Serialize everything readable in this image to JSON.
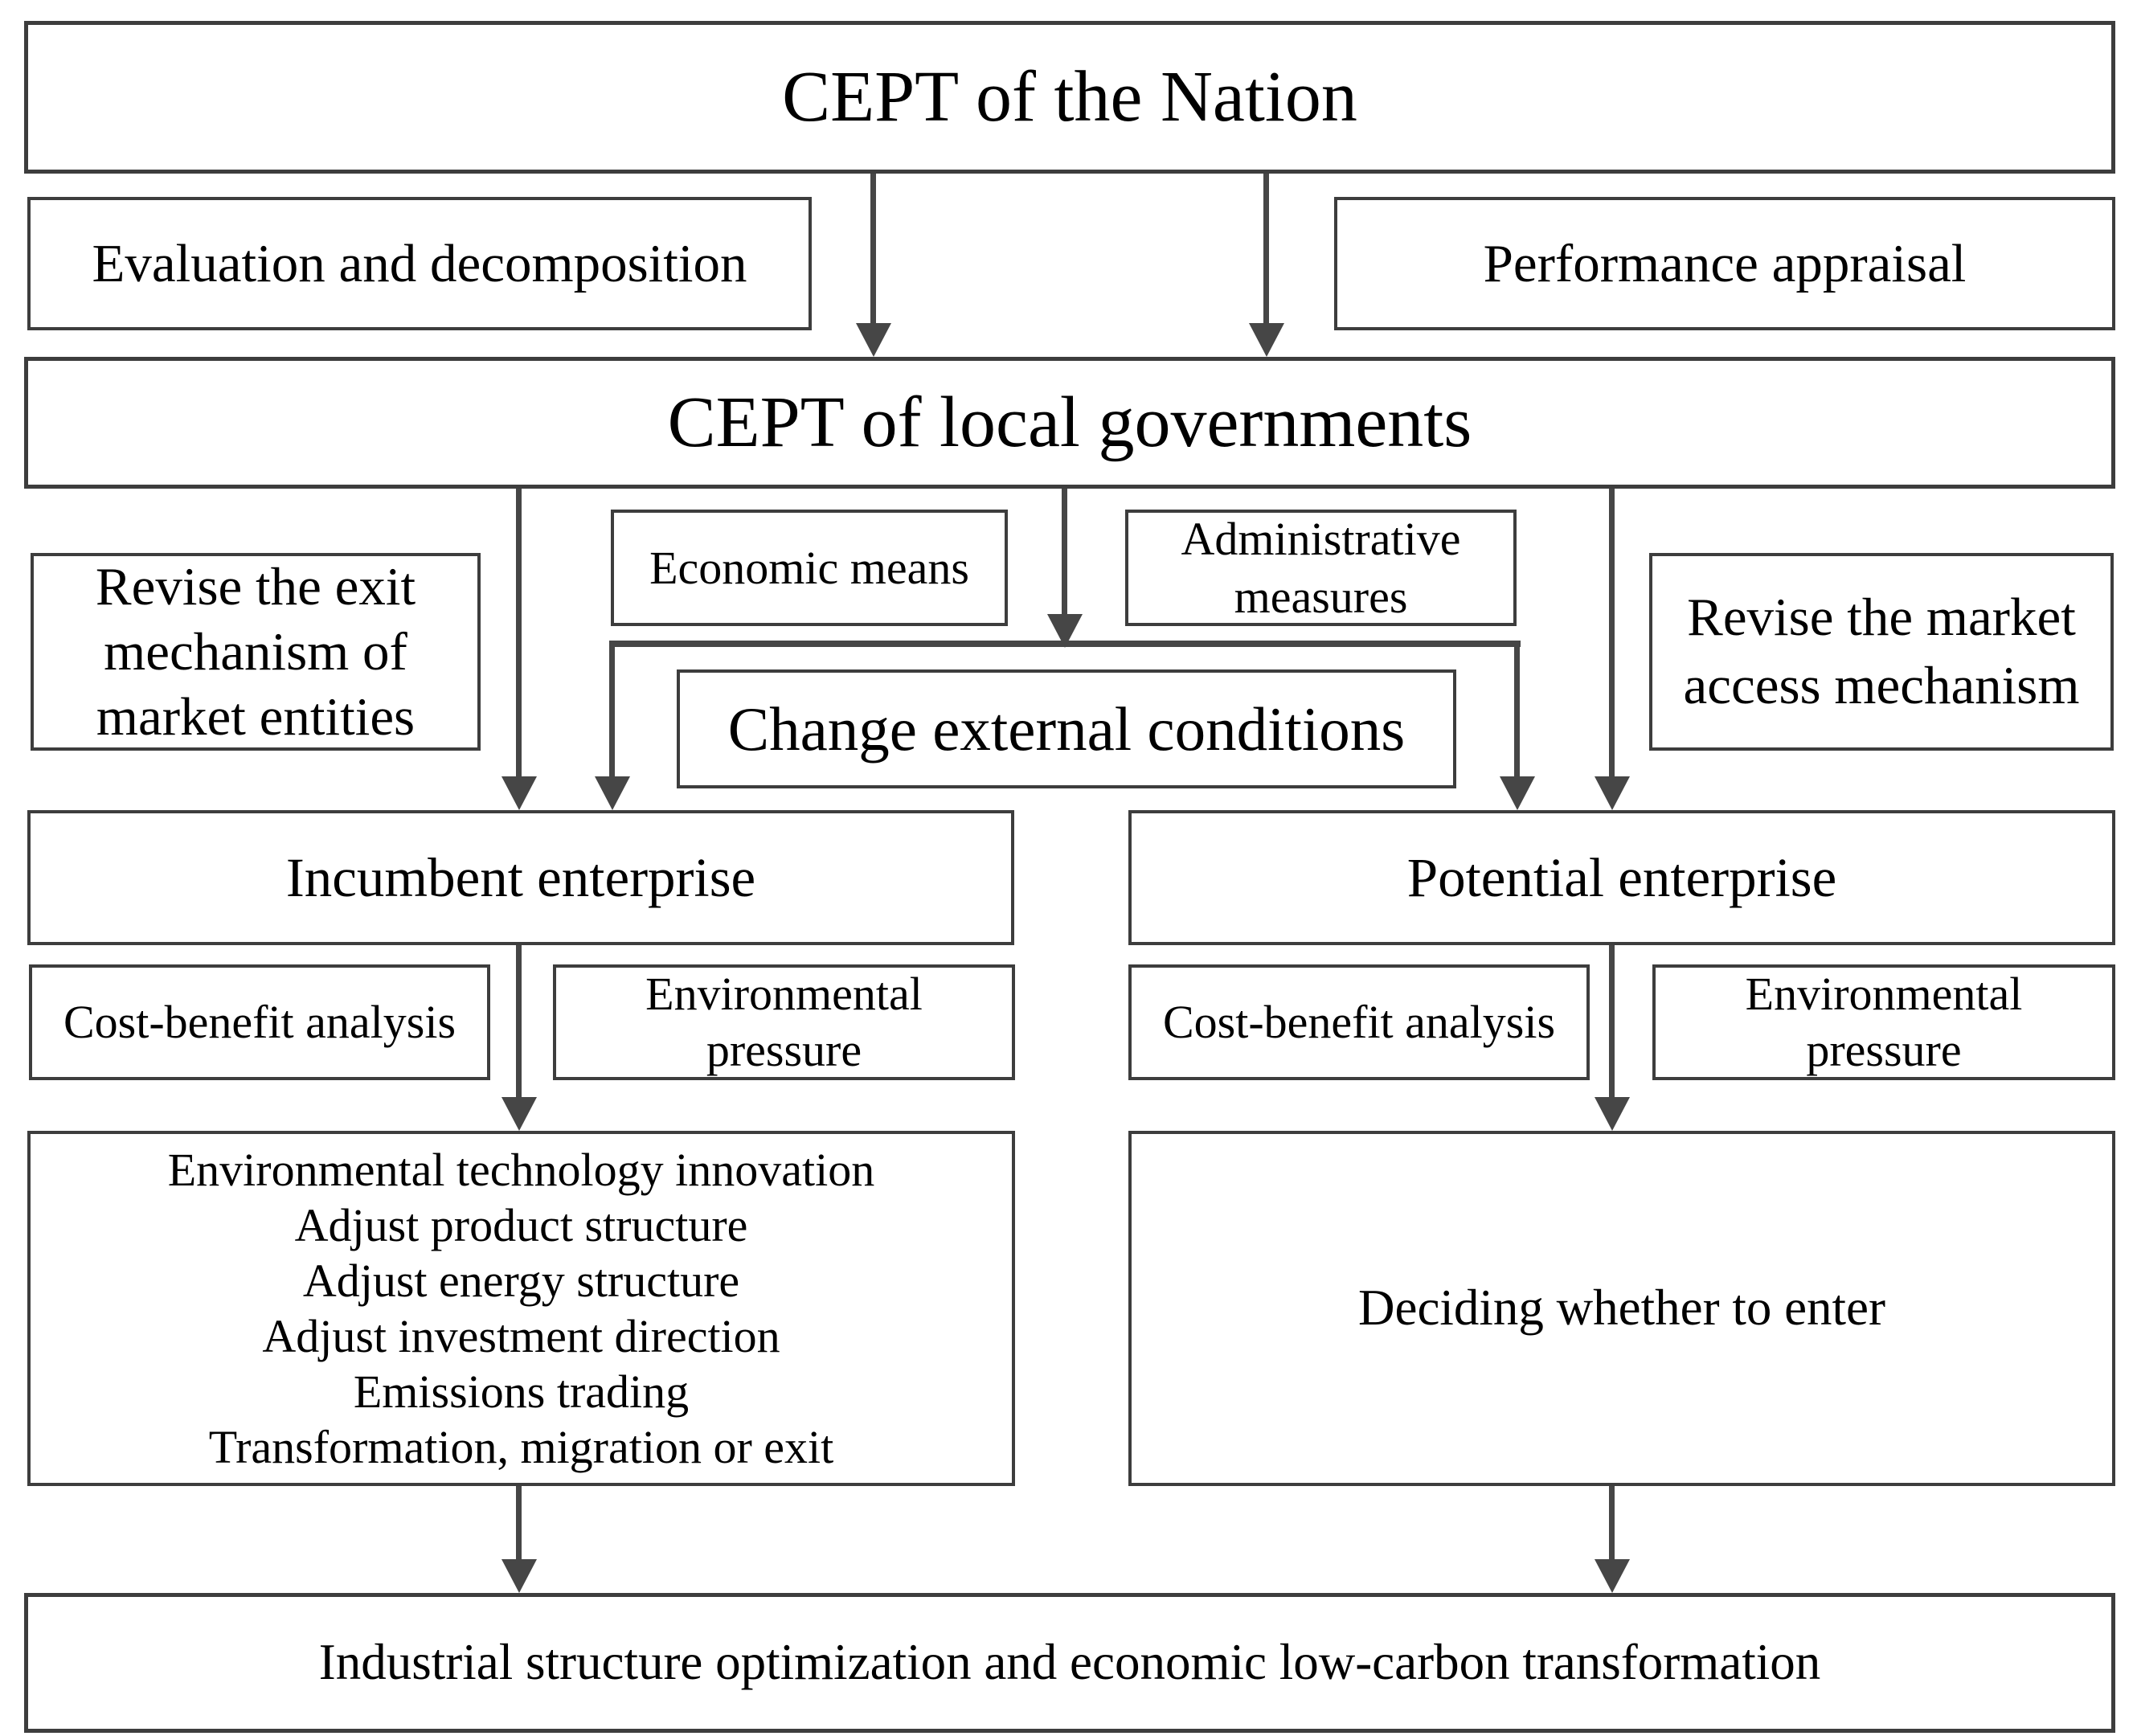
{
  "colors": {
    "background": "#ffffff",
    "border": "#3d3d3d",
    "arrow": "#464646",
    "text": "#000000"
  },
  "nodes": {
    "nation": {
      "label": "CEPT of the Nation"
    },
    "evaluation": {
      "label": "Evaluation and decomposition"
    },
    "performance": {
      "label": "Performance appraisal"
    },
    "local_gov": {
      "label": "CEPT of local governments"
    },
    "revise_exit": {
      "lines": [
        "Revise the exit",
        "mechanism of",
        "market entities"
      ]
    },
    "economic_means": {
      "label": "Economic means"
    },
    "administrative": {
      "lines": [
        "Administrative",
        "measures"
      ]
    },
    "revise_market": {
      "lines": [
        "Revise the market",
        "access mechanism"
      ]
    },
    "change_external": {
      "label": "Change external conditions"
    },
    "incumbent": {
      "label": "Incumbent enterprise"
    },
    "incumbent_cost_benefit": {
      "label": "Cost-benefit analysis"
    },
    "incumbent_env_pressure": {
      "lines": [
        "Environmental",
        "pressure"
      ]
    },
    "incumbent_actions": {
      "lines": [
        "Environmental technology innovation",
        "Adjust product structure",
        "Adjust energy structure",
        "Adjust investment direction",
        "Emissions trading",
        "Transformation, migration or exit"
      ]
    },
    "potential": {
      "label": "Potential enterprise"
    },
    "potential_cost_benefit": {
      "label": "Cost-benefit analysis"
    },
    "potential_env_pressure": {
      "lines": [
        "Environmental",
        "pressure"
      ]
    },
    "deciding": {
      "label": "Deciding whether to enter"
    },
    "outcome": {
      "label": "Industrial structure optimization and economic low-carbon transformation"
    }
  }
}
